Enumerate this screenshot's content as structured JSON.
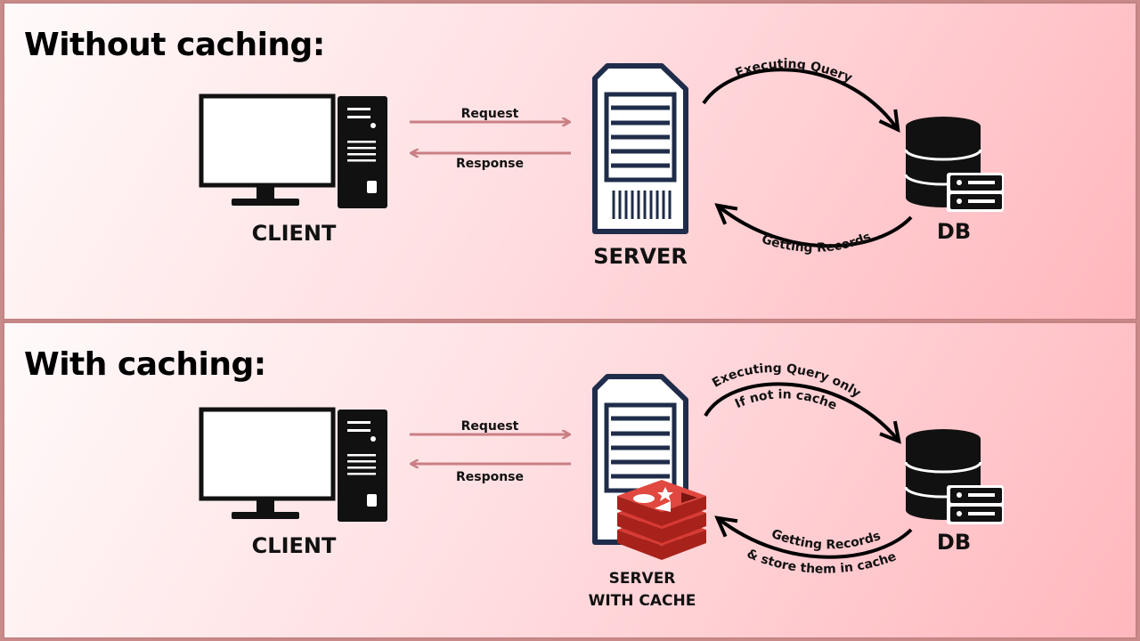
{
  "top": {
    "heading": "Without caching:",
    "client_label": "CLIENT",
    "server_label": "SERVER",
    "db_label": "DB",
    "request_label": "Request",
    "response_label": "Response",
    "query_label": "Executing Query",
    "records_label": "Getting Records"
  },
  "bottom": {
    "heading": "With caching:",
    "client_label": "CLIENT",
    "server_label_line1": "SERVER",
    "server_label_line2": "WITH CACHE",
    "db_label": "DB",
    "request_label": "Request",
    "response_label": "Response",
    "query_label_line1": "Executing Query only",
    "query_label_line2": "If not in cache",
    "records_label_line1": "Getting Records",
    "records_label_line2": "& store them in cache"
  },
  "colors": {
    "arrow_pink": "#c97f84",
    "icon_dark": "#111111",
    "server_blue": "#1f2c4a",
    "cache_red": "#d83a33"
  }
}
